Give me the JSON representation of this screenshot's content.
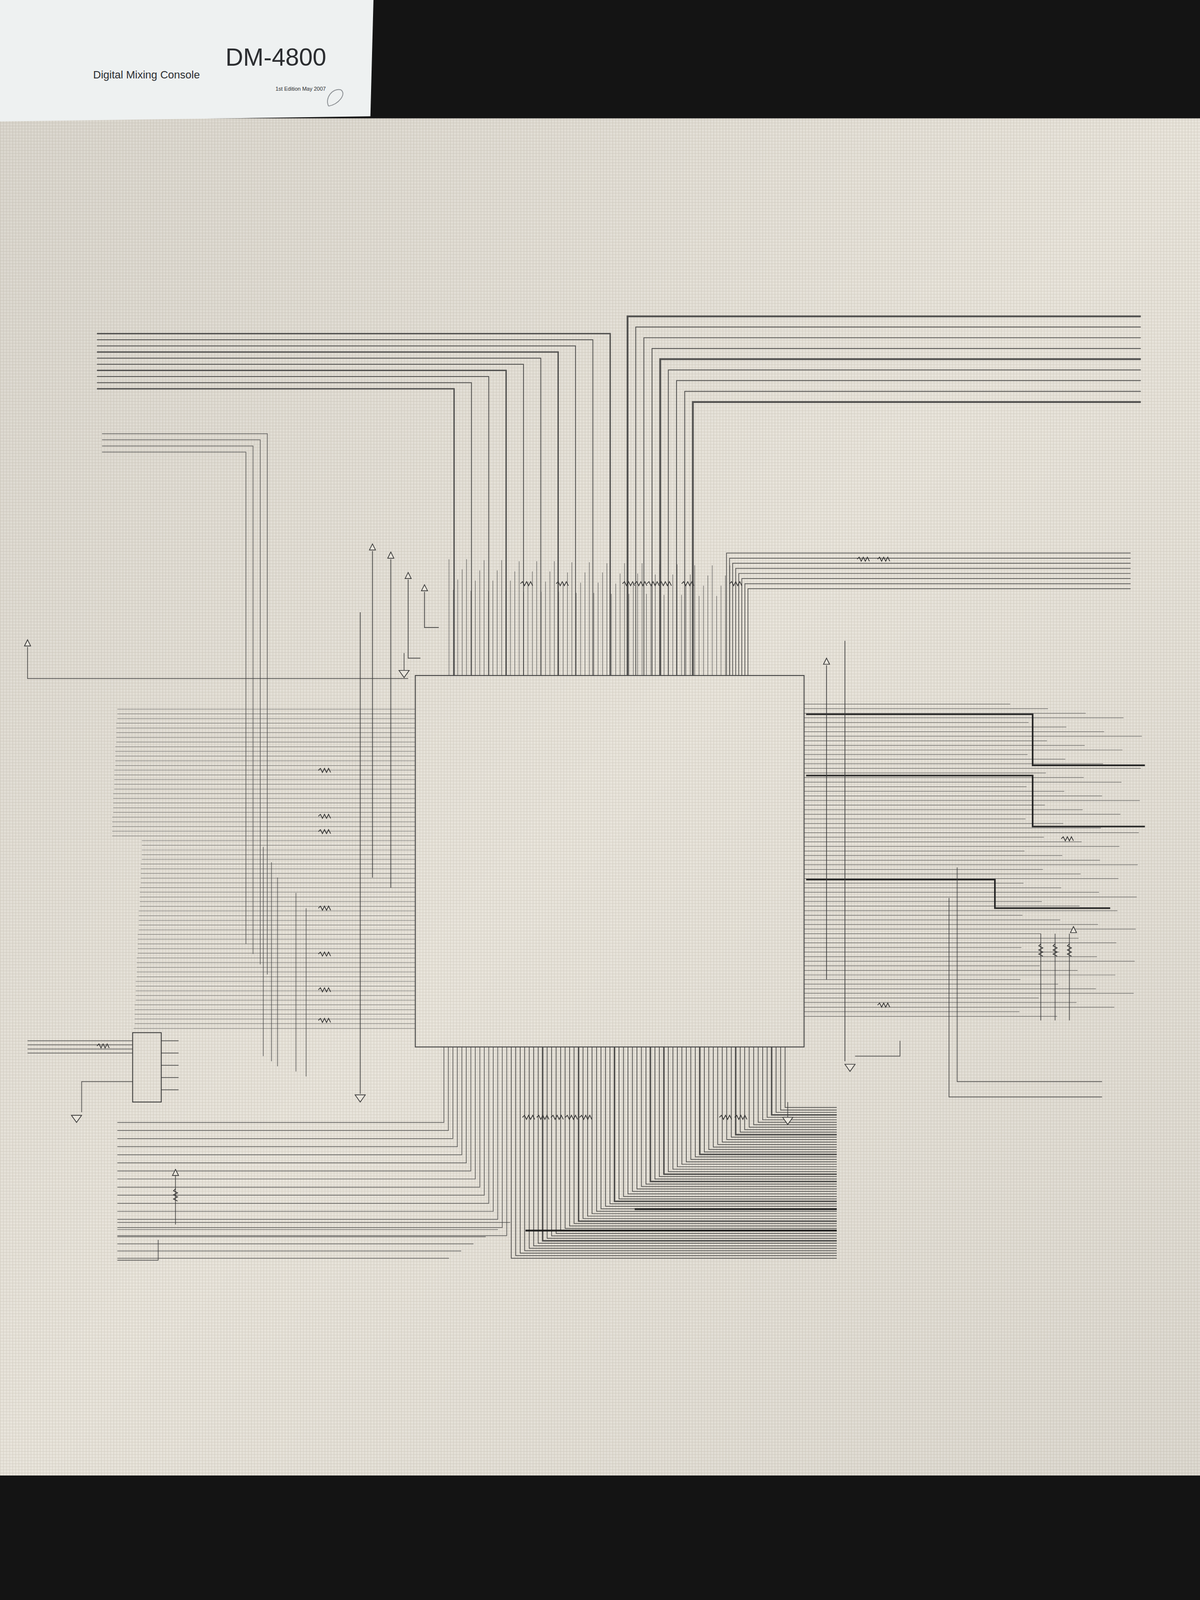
{
  "diagram": {
    "labels": [
      "Digital Mixing Console",
      "DM-4800",
      "1st Edition May 2007"
    ]
  }
}
